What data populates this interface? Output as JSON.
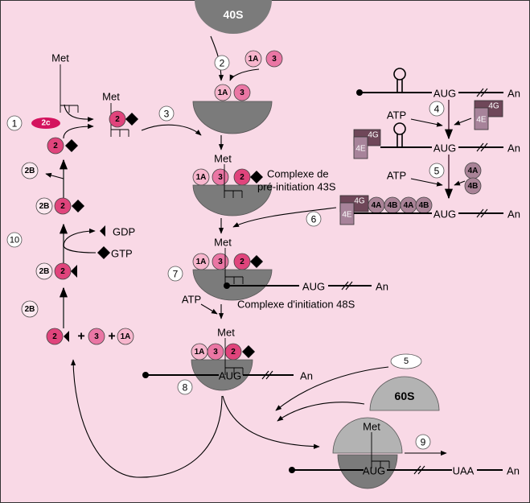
{
  "labels": {
    "met": "Met",
    "aug": "AUG",
    "an": "An",
    "uaa": "UAA",
    "atp": "ATP",
    "gdp": "GDP",
    "gtp": "GTP",
    "plus": "+",
    "s40": "40S",
    "s60": "60S",
    "complex43_line1": "Complexe de",
    "complex43_line2": "pré-initiation 43S",
    "complex48": "Complexe d'initiation 48S"
  },
  "factors": {
    "f1a": "1A",
    "f3": "3",
    "f2": "2",
    "f2b": "2B",
    "f2c": "2c",
    "f4a": "4A",
    "f4b": "4B",
    "f4e": "4E",
    "f4g": "4G",
    "f5": "5"
  },
  "steps": [
    "1",
    "2",
    "3",
    "4",
    "5",
    "6",
    "7",
    "8",
    "9",
    "10"
  ],
  "colors": {
    "background": "#f9d9e6",
    "ribosome_40s": "#7b7b7b",
    "ribosome_60s": "#b3b3b3",
    "eif2": "#e0447c",
    "eif3": "#ea76a4",
    "eif1a": "#f7b6cd",
    "eif2b": "#fde9f0",
    "eif2c": "#d4135e",
    "eif4a_4b": "#a98397",
    "eif4e": "#a7839a",
    "eif4g": "#6f4759"
  }
}
